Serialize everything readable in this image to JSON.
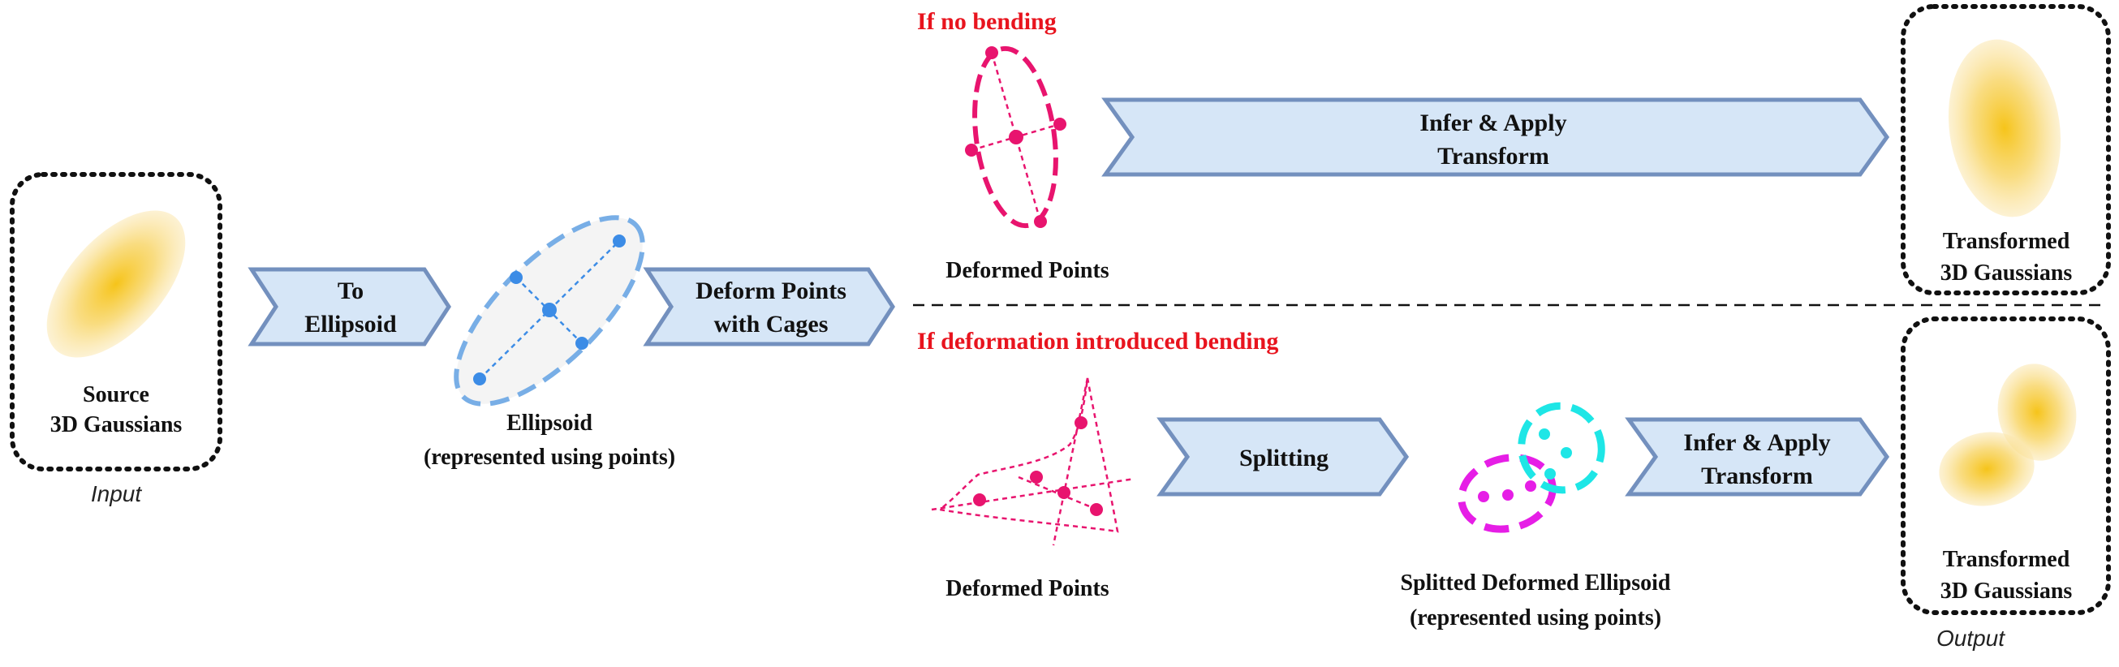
{
  "colors": {
    "accent_red": "#e8141e",
    "arrow_fill": "#d6e6f7",
    "arrow_stroke": "#7390be",
    "pink": "#e8146e",
    "magenta": "#e61ee6",
    "cyan": "#1ee6e6",
    "blue": "#3c8ce6",
    "gaussian_yellow": "#f5c81e",
    "box_border": "#111111"
  },
  "input": {
    "title_line1": "Source",
    "title_line2": "3D Gaussians",
    "caption": "Input"
  },
  "steps": {
    "to_ellipsoid_line1": "To",
    "to_ellipsoid_line2": "Ellipsoid",
    "ellipsoid_line1": "Ellipsoid",
    "ellipsoid_line2": "(represented using points)",
    "deform_line1": "Deform Points",
    "deform_line2": "with Cages"
  },
  "top_branch": {
    "condition": "If no bending",
    "points_label": "Deformed Points",
    "apply_line1": "Infer & Apply",
    "apply_line2": "Transform",
    "output_line1": "Transformed",
    "output_line2": "3D Gaussians"
  },
  "bottom_branch": {
    "condition": "If deformation introduced bending",
    "points_label": "Deformed Points",
    "split_label": "Splitting",
    "split_result_line1": "Splitted Deformed Ellipsoid",
    "split_result_line2": "(represented using points)",
    "apply_line1": "Infer & Apply",
    "apply_line2": "Transform",
    "output_line1": "Transformed",
    "output_line2": "3D Gaussians",
    "caption": "Output"
  }
}
